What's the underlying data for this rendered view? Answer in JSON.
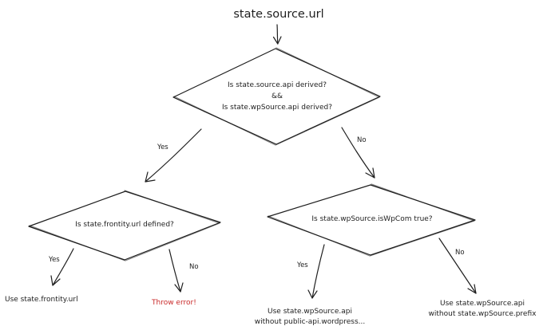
{
  "start": "state.source.url",
  "decision_api_derived": {
    "line1": "Is state.source.api derived?",
    "line2": "&&",
    "line3": "Is state.wpSource.api derived?"
  },
  "edge_yes_left": "Yes",
  "edge_no_right": "No",
  "decision_frontity_url": "Is state.frontity.url defined?",
  "decision_is_wpcom": "Is state.wpSource.isWpCom true?",
  "edge_frontity_yes": "Yes",
  "edge_frontity_no": "No",
  "edge_wpcom_yes": "Yes",
  "edge_wpcom_no": "No",
  "outcome_use_frontity_url": "Use state.frontity.url",
  "outcome_throw_error": "Throw error!",
  "outcome_wpcom_yes": {
    "line1": "Use state.wpSource.api",
    "line2": "without public-api.wordpress..."
  },
  "outcome_wpcom_no": {
    "line1": "Use state.wpSource.api",
    "line2": "without state.wpSource.prefix"
  },
  "colors": {
    "stroke": "#1e1e1e",
    "error": "#c92a2a",
    "background": "#ffffff"
  }
}
